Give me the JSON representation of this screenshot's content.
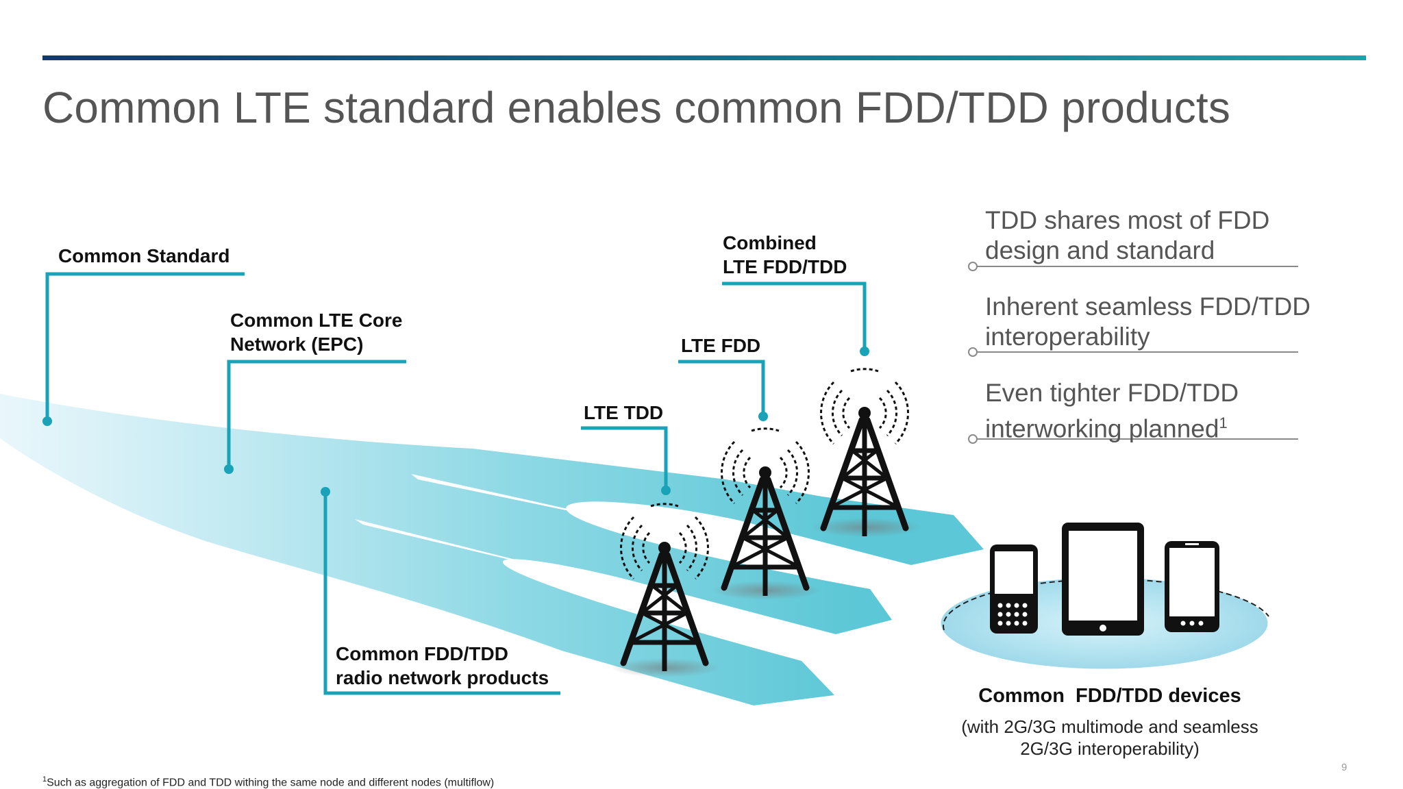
{
  "slide": {
    "title": "Common LTE standard enables common FDD/TDD products",
    "page_number": "9",
    "footnote_marker": "1",
    "footnote_text": "Such as aggregation of FDD and TDD withing the same node and different nodes (multiflow)"
  },
  "labels": {
    "common_standard": "Common Standard",
    "core_network_line1": "Common LTE Core",
    "core_network_line2": "Network (EPC)",
    "radio_products_line1": "Common FDD/TDD",
    "radio_products_line2": "radio network products",
    "lte_tdd": "LTE TDD",
    "lte_fdd": "LTE FDD",
    "combined_line1": "Combined",
    "combined_line2": "LTE FDD/TDD"
  },
  "bullets": [
    {
      "line1": "TDD shares most of FDD",
      "line2": "design and standard",
      "sup": ""
    },
    {
      "line1": "Inherent seamless FDD/TDD",
      "line2": "interoperability",
      "sup": ""
    },
    {
      "line1": "Even tighter FDD/TDD",
      "line2": "interworking planned",
      "sup": "1"
    }
  ],
  "devices": {
    "title": "Common  FDD/TDD devices",
    "note_line1": "(with 2G/3G multimode and seamless",
    "note_line2": "2G/3G interoperability)"
  },
  "colors": {
    "accent": "#1aa3b8",
    "bar_start": "#14396b",
    "bar_end": "#1aa3a8",
    "beam": "#63c9d9",
    "text_dark": "#111111",
    "text_gray": "#555555"
  },
  "icons": {
    "tower": "radio-tower-icon",
    "feature_phone": "feature-phone-icon",
    "tablet": "tablet-icon",
    "smartphone": "smartphone-icon"
  }
}
